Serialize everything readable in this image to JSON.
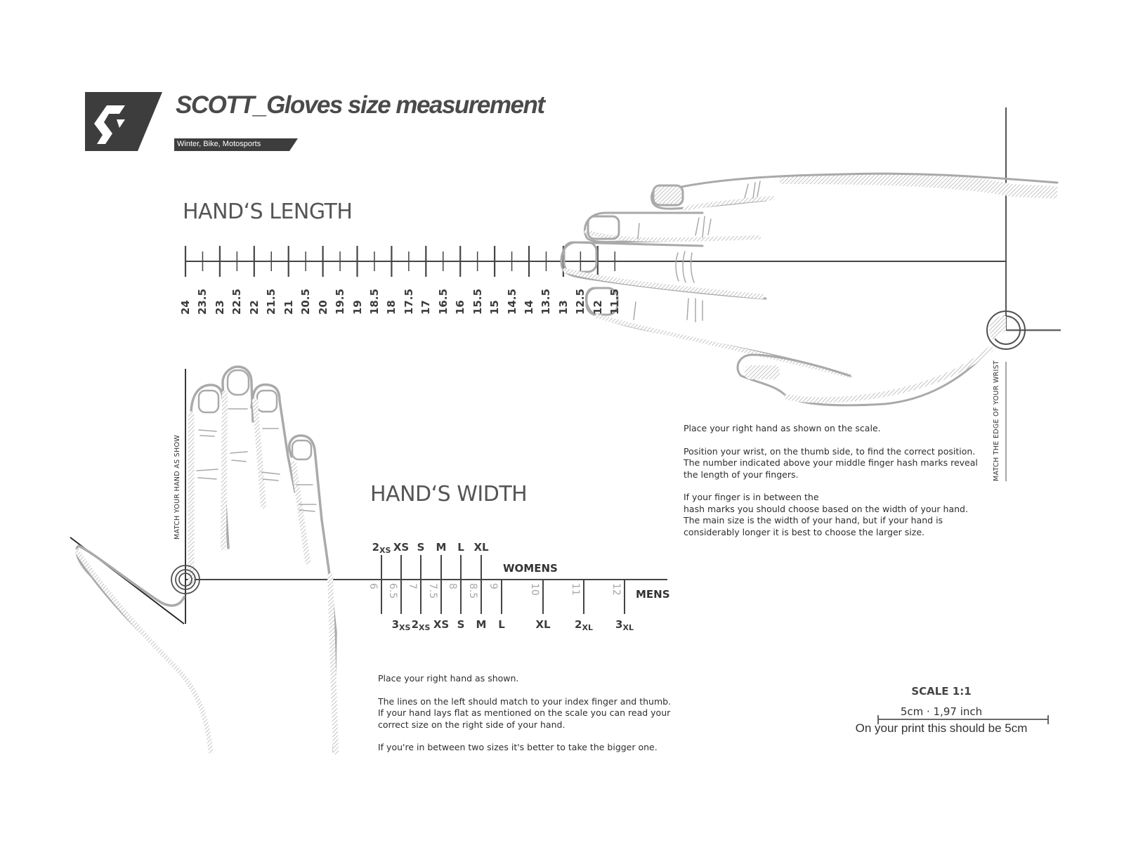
{
  "header": {
    "logo_icon": "scott-s-logo",
    "title": "SCOTT_Gloves size measurement",
    "subtitle": "Winter, Bike, Motosports"
  },
  "length_section": {
    "heading": "HAND‘S LENGTH",
    "scale_labels": [
      "24",
      "23.5",
      "23",
      "22.5",
      "22",
      "21.5",
      "21",
      "20.5",
      "20",
      "19.5",
      "19",
      "18.5",
      "18",
      "17.5",
      "17",
      "16.5",
      "16",
      "15.5",
      "15",
      "14.5",
      "14",
      "13.5",
      "13",
      "12.5",
      "12",
      "11.5"
    ],
    "side_label": "MATCH THE EDGE OF YOUR WRIST",
    "instructions": [
      "Place your right hand as shown on the scale.",
      "",
      "Position your wrist, on the thumb side, to find the correct position.",
      "The number indicated above your middle finger hash marks reveal",
      "the length of your fingers.",
      "",
      "If your finger is in between the",
      "hash marks you should choose based on the width of your hand.",
      "The main size is the width of your hand, but if your hand is",
      "considerably longer it is best to choose the larger size."
    ]
  },
  "width_section": {
    "heading": "HAND‘S WIDTH",
    "side_label": "MATCH YOUR HAND AS SHOW",
    "womens_label": "WOMENS",
    "mens_label": "MENS",
    "womens_sizes": [
      {
        "main": "2",
        "sub": "XS"
      },
      {
        "main": "XS",
        "sub": ""
      },
      {
        "main": "S",
        "sub": ""
      },
      {
        "main": "M",
        "sub": ""
      },
      {
        "main": "L",
        "sub": ""
      },
      {
        "main": "XL",
        "sub": ""
      }
    ],
    "numeric_sizes": [
      "6",
      "6.5",
      "7",
      "7.5",
      "8",
      "8.5",
      "9",
      "10",
      "11",
      "12"
    ],
    "mens_sizes": [
      {
        "main": "3",
        "sub": "XS"
      },
      {
        "main": "2",
        "sub": "XS"
      },
      {
        "main": "XS",
        "sub": ""
      },
      {
        "main": "S",
        "sub": ""
      },
      {
        "main": "M",
        "sub": ""
      },
      {
        "main": "L",
        "sub": ""
      },
      {
        "main": "XL",
        "sub": ""
      },
      {
        "main": "2",
        "sub": "XL"
      },
      {
        "main": "3",
        "sub": "XL"
      }
    ],
    "instructions": [
      "Place your right hand as shown.",
      "",
      "The lines on the left should match to your index finger and thumb.",
      "If your hand lays flat as mentioned on the scale you can read your",
      "correct size on the right side of your hand.",
      "",
      "If you're in between two sizes it's better to take the bigger one."
    ]
  },
  "scale_box": {
    "title": "SCALE 1:1",
    "measure": "5cm · 1,97 inch",
    "note": "On your print this should be 5cm"
  },
  "colors": {
    "ink": "#3c3c3c",
    "hand_outline": "#aaaaaa",
    "logo_bg": "#3d3d3d",
    "light_label": "#a8a8a8"
  }
}
